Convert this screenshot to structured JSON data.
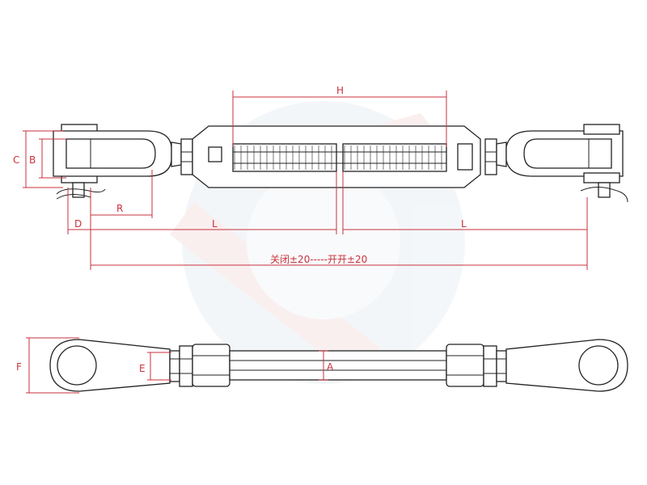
{
  "colors": {
    "dimension": "#c8323c",
    "outline": "#222222",
    "watermark": "#cfdbe8"
  },
  "labels": {
    "H": "H",
    "C": "C",
    "B": "B",
    "D": "D",
    "R": "R",
    "L_left": "L",
    "L_right": "L",
    "adjust": "关闭±20-----开开±20",
    "F": "F",
    "E": "E",
    "A": "A"
  }
}
